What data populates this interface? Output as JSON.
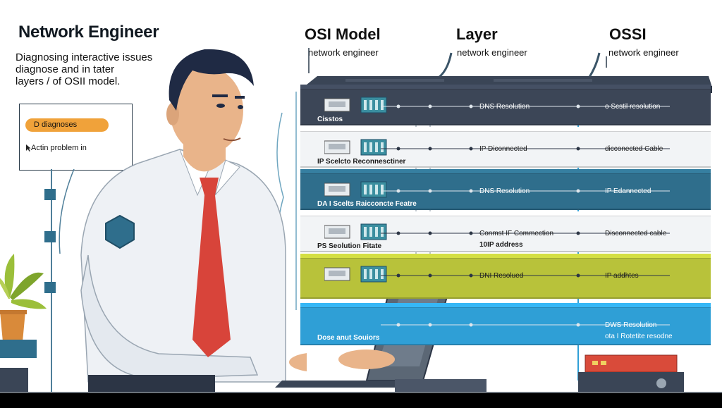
{
  "title": "Network Engineer",
  "subtitle": [
    "Diagnosing interactive issues",
    "diagnose and in tater",
    "layers / of OSII model."
  ],
  "panel": {
    "badge": "D diagnoses",
    "line": "Actin problem in"
  },
  "columns": [
    {
      "header": "OSI Model",
      "sub": "network engineer"
    },
    {
      "header": "Layer",
      "sub": "network engineer"
    },
    {
      "header": "OSSI",
      "sub": "network engineer"
    }
  ],
  "rows": [
    {
      "color": "#3c4657",
      "left": "Cisstos",
      "mid": "DNS Resolution",
      "right": "o Scstil resolution",
      "dark": true
    },
    {
      "color": "#f2f4f6",
      "left": "IP Scelcto Reconnesctiner",
      "mid": "IP Diconnected",
      "right": "dicconected Cable",
      "dark": false
    },
    {
      "color": "#2f6e8c",
      "left": "DA I Scelts Raicconcte Featre",
      "mid": "DNS Resolution",
      "right": "IP Edannected",
      "dark": true
    },
    {
      "color": "#f2f4f6",
      "left": "PS Seolution Fitate",
      "mid": "Conmst IF Commection",
      "mid2": "10IP address",
      "right": "Disconnected cable",
      "dark": false
    },
    {
      "color": "#b8c23a",
      "left": "",
      "mid": "DNI Resolued",
      "right": "IP addhtes",
      "dark": false
    },
    {
      "color": "#2f9fd6",
      "left": "Dose anut Souiors",
      "mid": "",
      "right": "DWS Resolution",
      "right2": "ota I Rotetite resodne",
      "dark": true
    }
  ],
  "colors": {
    "shirt": "#eef1f5",
    "tie": "#d8443a",
    "hair": "#1f2a44",
    "skin": "#e9b48a",
    "laptop": "#5b6775",
    "plant": "#9bbf3a",
    "router": "#d94b3a"
  }
}
